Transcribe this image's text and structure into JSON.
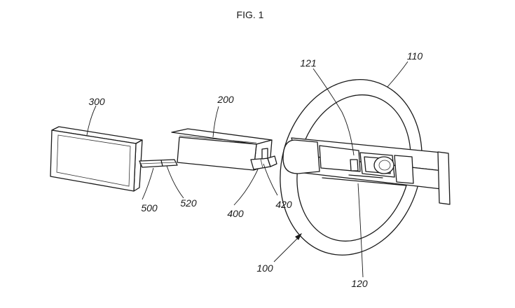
{
  "figure": {
    "title": "FIG. 1",
    "labels": {
      "l300": "300",
      "l200": "200",
      "l121": "121",
      "l110": "110",
      "l500": "500",
      "l520": "520",
      "l400": "400",
      "l420": "420",
      "l100": "100",
      "l120": "120"
    }
  }
}
